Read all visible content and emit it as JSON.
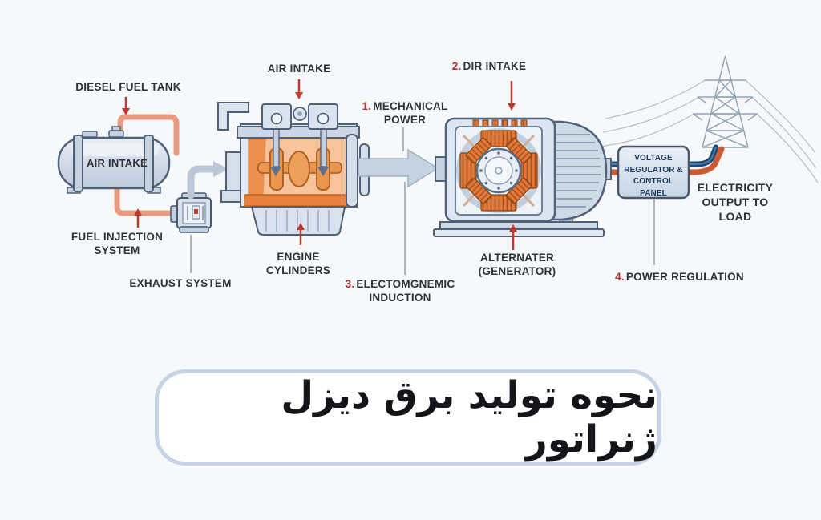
{
  "page": {
    "background": "#f7f8fa"
  },
  "title": {
    "text": "نحوه تولید برق دیزل ژنراتور",
    "lang": "fa"
  },
  "labels": {
    "diesel_fuel_tank": "DIESEL FUEL TANK",
    "tank_label": "AIR INTAKE",
    "air_intake": "AIR INTAKE",
    "fuel_injection_system": "FUEL INJECTION SYSTEM",
    "exhaust_system": "EXHAUST SYSTEM",
    "engine_cylinders": "ENGINE CYLINDERS",
    "alternator": "ALTERNATER (GENERATOR)",
    "electricity_output": "ELECTRICITY OUTPUT TO LOAD",
    "voltage_box_line1": "VOLTAGE",
    "voltage_box_line2": "REGULATOR &",
    "voltage_box_line3": "CONTROL PANEL"
  },
  "steps": [
    {
      "num": "1.",
      "text": "MECHANICAL POWER"
    },
    {
      "num": "2.",
      "text": "DIR INTAKE"
    },
    {
      "num": "3.",
      "text": "ELECTOMGNEMIC INDUCTION"
    },
    {
      "num": "4.",
      "text": "POWER REGULATION"
    }
  ],
  "colors": {
    "accent_red": "#c03a2e",
    "step_number_red": "#b5332c",
    "pipe_salmon": "#e89b80",
    "wire_blue": "#1d4872",
    "wire_orange": "#cd5a33",
    "machine_fill": "#dde6f0",
    "machine_outline": "#4f6179",
    "winding_orange": "#e2793a",
    "power_arrow_gray": "#c5d2e0",
    "label_dark": "#2e3238",
    "box_text_navy": "#1d3a5c",
    "title_border": "#c7d4e7"
  }
}
